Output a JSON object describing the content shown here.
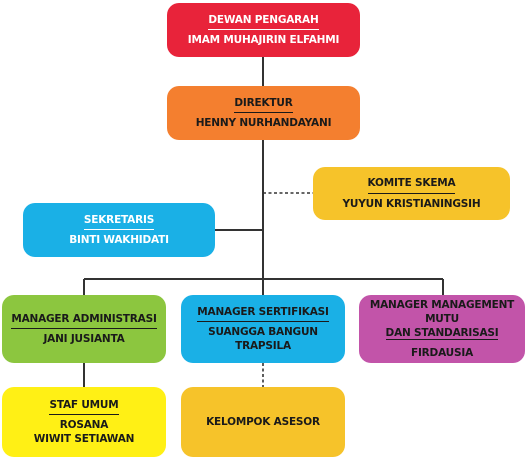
{
  "nodes": {
    "dewan": {
      "title": "DEWAN PENGARAH",
      "name": "IMAM MUHAJIRIN ELFAHMI",
      "color": "#e8233a"
    },
    "direktur": {
      "title": "DIREKTUR",
      "name": "HENNY NURHANDAYANI",
      "color": "#f47f2f"
    },
    "komite": {
      "title": "KOMITE SKEMA",
      "name": "YUYUN KRISTIANINGSIH",
      "color": "#f6c32a"
    },
    "sekretaris": {
      "title": "SEKRETARIS",
      "name": "BINTI WAKHIDATI",
      "color": "#1ab0e6"
    },
    "admin": {
      "title": "MANAGER ADMINISTRASI",
      "name": "JANI JUSIANTA",
      "color": "#8cc63f"
    },
    "sertifikasi": {
      "title": "MANAGER SERTIFIKASI",
      "name": "SUANGGA BANGUN TRAPSILA",
      "color": "#1ab0e6"
    },
    "mutu": {
      "title_line1": "MANAGER MANAGEMENT MUTU",
      "title_line2": "DAN STANDARISASI",
      "name": "FIRDAUSIA",
      "color": "#c254a9"
    },
    "staf": {
      "title": "STAF UMUM",
      "name1": "ROSANA",
      "name2": "WIWIT SETIAWAN",
      "color": "#fff015"
    },
    "asesor": {
      "title": "KELOMPOK ASESOR",
      "color": "#f6c32a"
    }
  },
  "connector_color": "#333333"
}
